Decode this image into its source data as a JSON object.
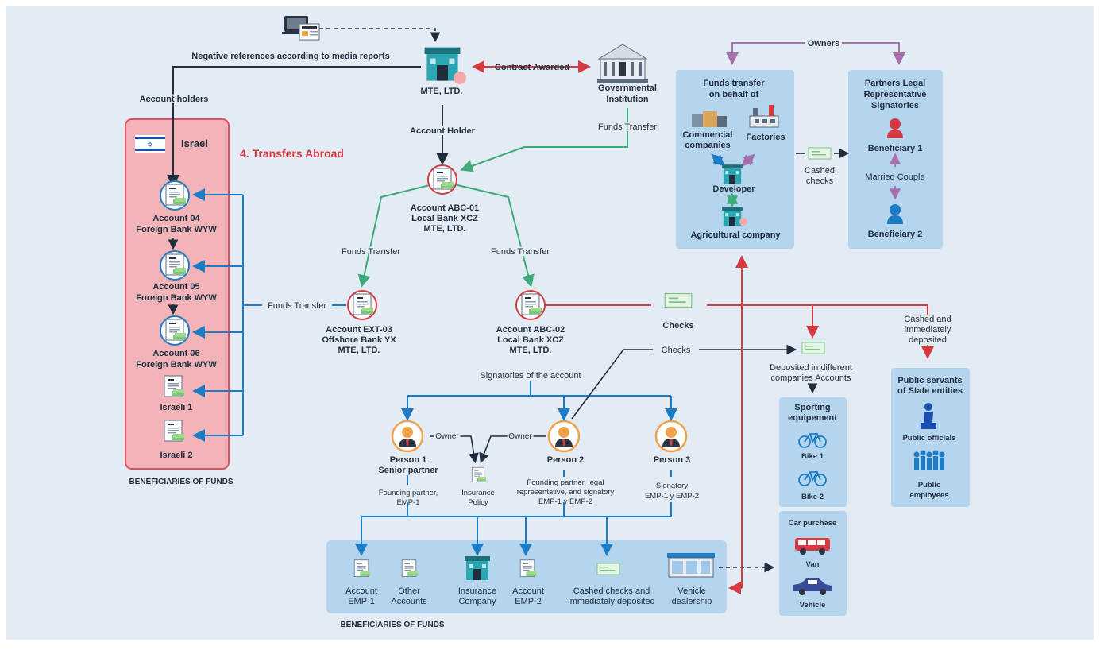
{
  "colors": {
    "background": "#e3ebf5",
    "panel_blue": "#b5d5ee",
    "panel_red": "#f2b4b8",
    "panel_red_border": "#e0505a",
    "accent_red": "#d73940",
    "line_dark": "#1f2d3d",
    "line_blue": "#1b7bc4",
    "line_green": "#3daa7a",
    "line_purple": "#a86fae",
    "person_orange": "#f0a24a",
    "text_dark": "#1f2d3d"
  },
  "top": {
    "media_label": "Negative references according to media reports",
    "mte_label": "MTE, LTD.",
    "contract_label": "Contract Awarded",
    "gov_label": [
      "Governmental",
      "Institution"
    ],
    "account_holders_label": "Account holders",
    "account_holder_label": "Account Holder",
    "gov_funds_transfer": "Funds Transfer"
  },
  "israel": {
    "country": "Israel",
    "flag_icon": "israel-flag-icon",
    "heading": "4. Transfers Abroad",
    "accounts": [
      {
        "l1": "Account 04",
        "l2": "Foreign Bank WYW"
      },
      {
        "l1": "Account 05",
        "l2": "Foreign Bank WYW"
      },
      {
        "l1": "Account 06",
        "l2": "Foreign Bank WYW"
      }
    ],
    "israelis": [
      "Israeli 1",
      "Israeli 2"
    ],
    "footer": "BENEFICIARIES OF FUNDS",
    "funds_transfer": "Funds Transfer"
  },
  "accounts": {
    "abc01": [
      "Account ABC-01",
      "Local Bank XCZ",
      "MTE, LTD."
    ],
    "ext03": [
      "Account EXT-03",
      "Offshore Bank YX",
      "MTE, LTD."
    ],
    "abc02": [
      "Account ABC-02",
      "Local Bank XCZ",
      "MTE, LTD."
    ],
    "funds_transfer_left": "Funds Transfer",
    "funds_transfer_right": "Funds Transfer",
    "signatories": "Signatories of the account"
  },
  "persons": {
    "p1": [
      "Person 1",
      "Senior partner"
    ],
    "p2": [
      "Person 2"
    ],
    "p3": [
      "Person 3"
    ],
    "p1_desc": [
      "Founding partner,",
      "EMP-1"
    ],
    "p2_desc": [
      "Founding partner, legal",
      "representative, and signatory",
      "EMP-1 y EMP-2"
    ],
    "p3_desc": [
      "Signatory",
      "EMP-1 y EMP-2"
    ],
    "owner_1": "Owner",
    "owner_2": "Owner",
    "insurance": [
      "Insurance",
      "Policy"
    ]
  },
  "bottom": {
    "items": [
      [
        "Account",
        "EMP-1"
      ],
      [
        "Other",
        "Accounts"
      ],
      [
        "Insurance",
        "Company"
      ],
      [
        "Account",
        "EMP-2"
      ],
      [
        "Cashed checks and",
        "immediately deposited"
      ],
      [
        "Vehicle",
        "dealership"
      ]
    ],
    "footer": "BENEFICIARIES OF FUNDS"
  },
  "right": {
    "owners": "Owners",
    "funds_panel_title": [
      "Funds transfer",
      "on behalf of"
    ],
    "commercial": [
      "Commercial",
      "companies"
    ],
    "factories": "Factories",
    "developer": "Developer",
    "agricultural": "Agricultural company",
    "cashed_checks": [
      "Cashed",
      "checks"
    ],
    "partners_title": [
      "Partners Legal",
      "Representative",
      "Signatories"
    ],
    "beneficiary1": "Beneficiary 1",
    "married": "Married Couple",
    "beneficiary2": "Beneficiary 2",
    "checks_top": "Checks",
    "checks_mid": "Checks",
    "cashed_deposited": [
      "Cashed and",
      "immediately",
      "deposited"
    ],
    "deposited": [
      "Deposited in different",
      "companies Accounts"
    ],
    "sporting_title": [
      "Sporting",
      "equipement"
    ],
    "bike1": "Bike 1",
    "bike2": "Bike 2",
    "car_title": "Car purchase",
    "van": "Van",
    "vehicle": "Vehicle",
    "public_title": [
      "Public servants",
      "of State entities"
    ],
    "public_officials": "Public officials",
    "public_employees": [
      "Public",
      "employees"
    ]
  }
}
